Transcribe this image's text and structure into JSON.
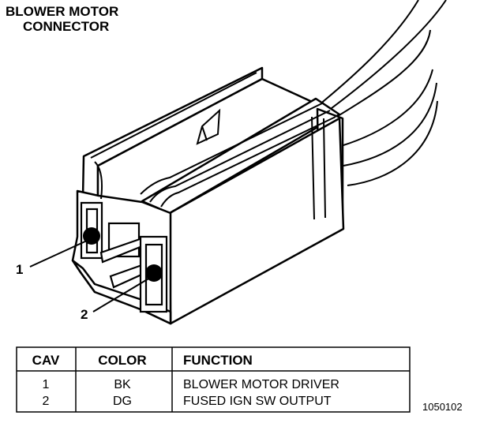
{
  "title": {
    "line1": "BLOWER MOTOR",
    "line2": "CONNECTOR"
  },
  "callouts": {
    "pin1": "1",
    "pin2": "2"
  },
  "table": {
    "headers": {
      "cav": "CAV",
      "color": "COLOR",
      "function": "FUNCTION"
    },
    "rows": [
      {
        "cav": "1",
        "color": "BK",
        "function": "BLOWER MOTOR DRIVER"
      },
      {
        "cav": "2",
        "color": "DG",
        "function": "FUSED IGN SW OUTPUT"
      }
    ]
  },
  "figure_number": "1050102"
}
